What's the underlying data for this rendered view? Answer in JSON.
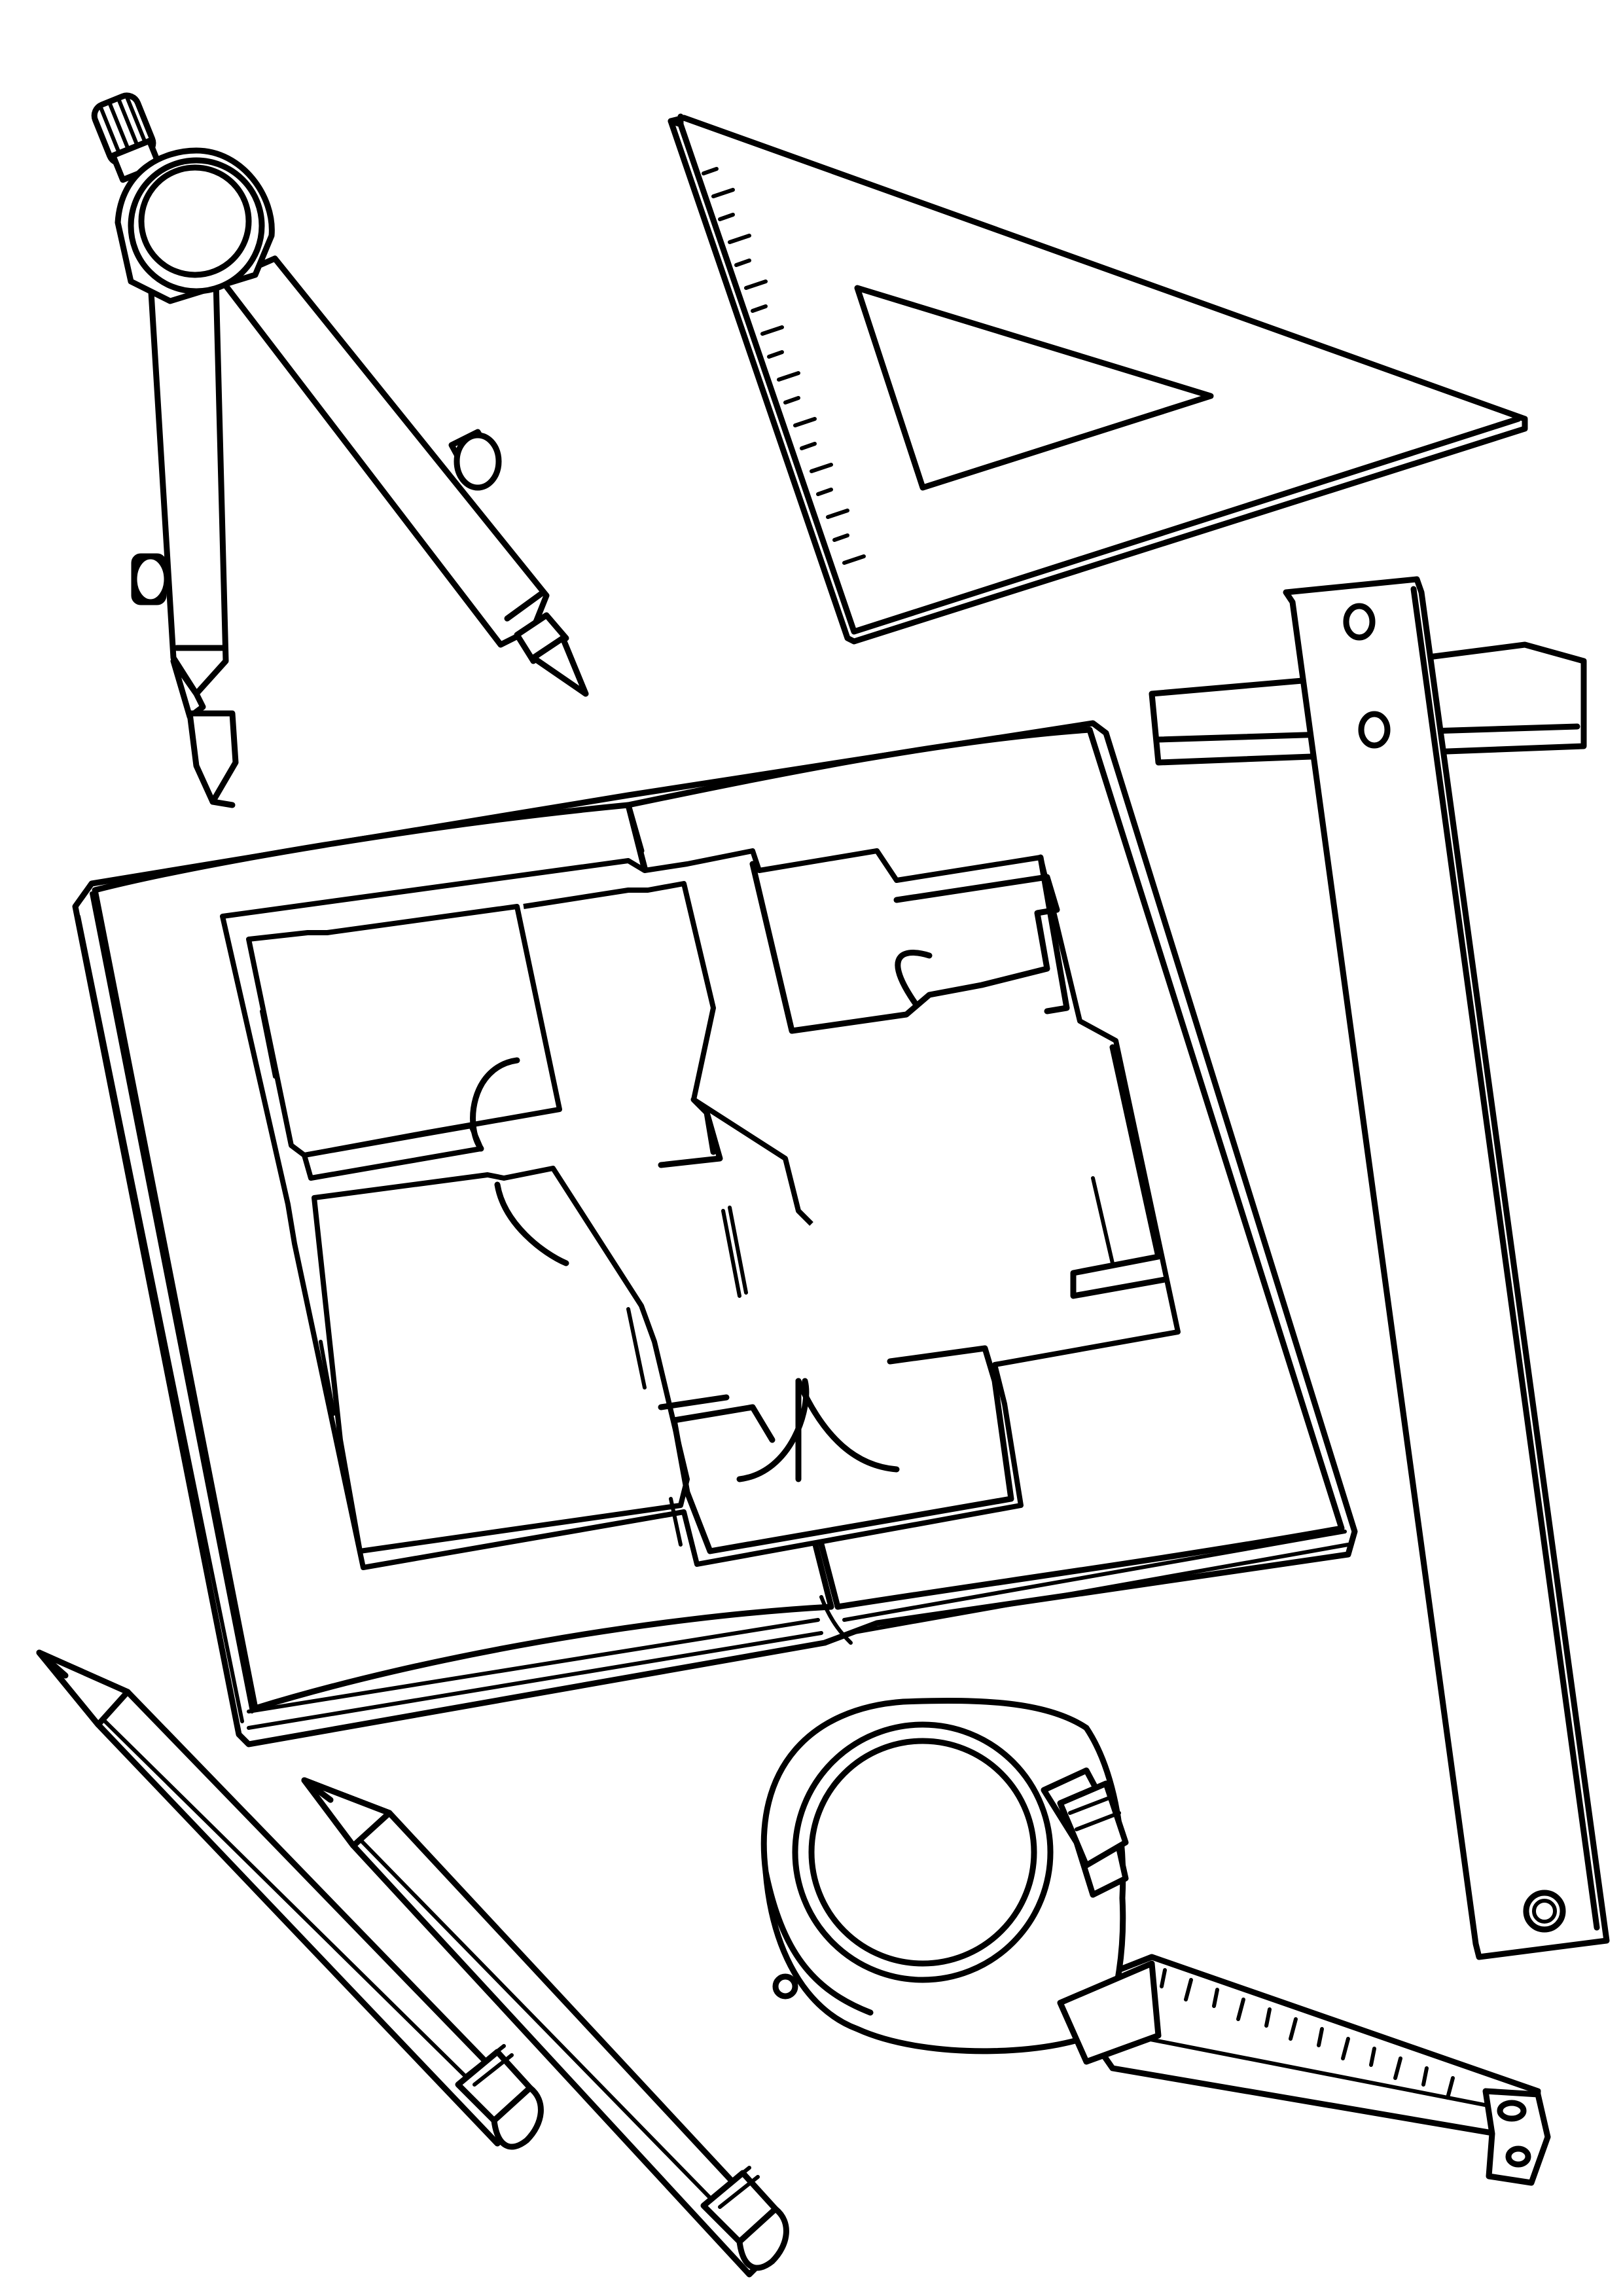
{
  "page": {
    "background": "#ffffff",
    "line_color": "#000000"
  },
  "items": [
    {
      "key": "compass",
      "icon": "drawing-compass-icon"
    },
    {
      "key": "set_square",
      "icon": "set-square-icon"
    },
    {
      "key": "t_square",
      "icon": "t-square-ruler-icon"
    },
    {
      "key": "blueprint_book",
      "icon": "open-book-floor-plan-icon"
    },
    {
      "key": "pencil_1",
      "icon": "pencil-icon"
    },
    {
      "key": "pencil_2",
      "icon": "pencil-icon"
    },
    {
      "key": "tape_measure",
      "icon": "tape-measure-icon"
    }
  ]
}
